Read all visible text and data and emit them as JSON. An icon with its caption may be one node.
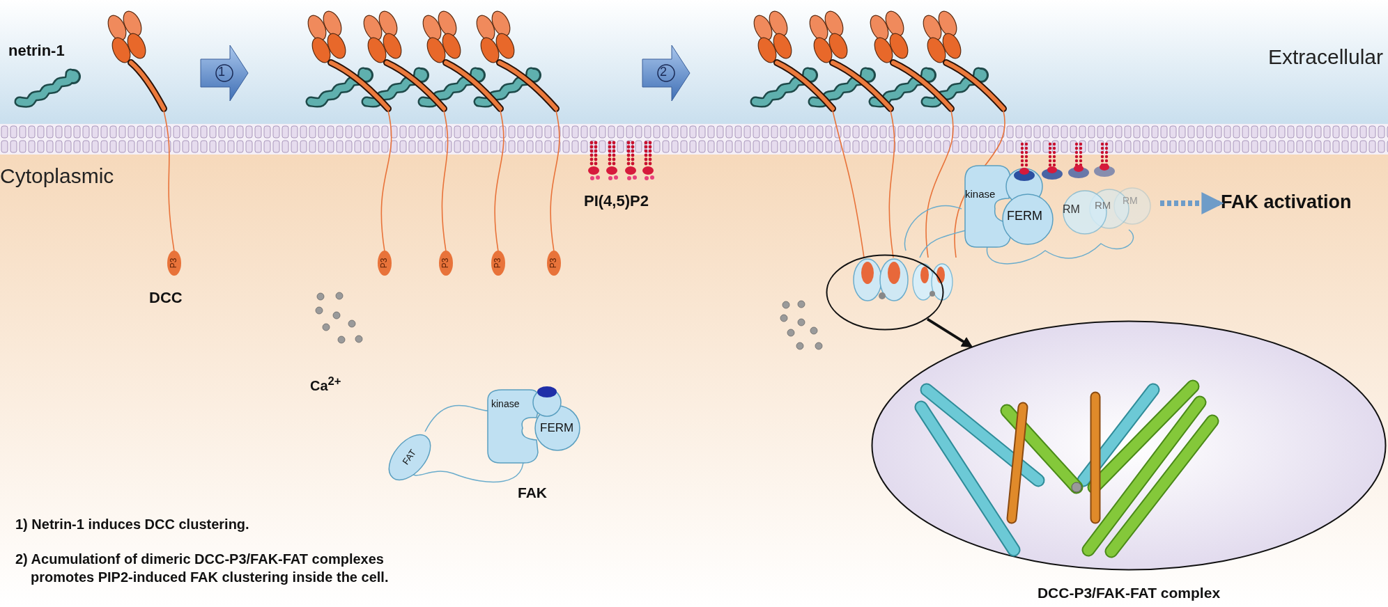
{
  "diagram": {
    "nodes": [
      {
        "text": [
          "kinase",
          "FERM",
          "RM",
          "RM",
          "RM"
        ]
      },
      {
        "text": [
          "FAK activation"
        ]
      },
      {
        "text": [],
        "shape": "circle"
      },
      {
        "text": [],
        "shape": "picture",
        "beside": [
          "DCC-P3/FAK-FAT complex"
        ]
      }
    ],
    "edges": [
      {
        "from": 0,
        "to": 1,
        "arrow": "to",
        "style": "dashed",
        "color": "#6e9cc8"
      },
      {
        "from": 2,
        "to": 3,
        "arrow": "to",
        "color": "#111111"
      }
    ],
    "labels": [
      "netrin-1",
      "1",
      "2",
      "Extracellular",
      "Cytoplasmic",
      "P3",
      "P3",
      "P3",
      "P3",
      "P3",
      "DCC",
      "PI(4,5)P2",
      "Ca$^{2+}$",
      "FAT",
      "kinase",
      "FERM",
      "FAK",
      "1) Netrin-1 induces DCC clustering.",
      "2) Acumulationf of dimeric DCC-P3/FAK-FAT complexes promotes PIP2-induced FAK clustering inside the cell."
    ]
  }
}
